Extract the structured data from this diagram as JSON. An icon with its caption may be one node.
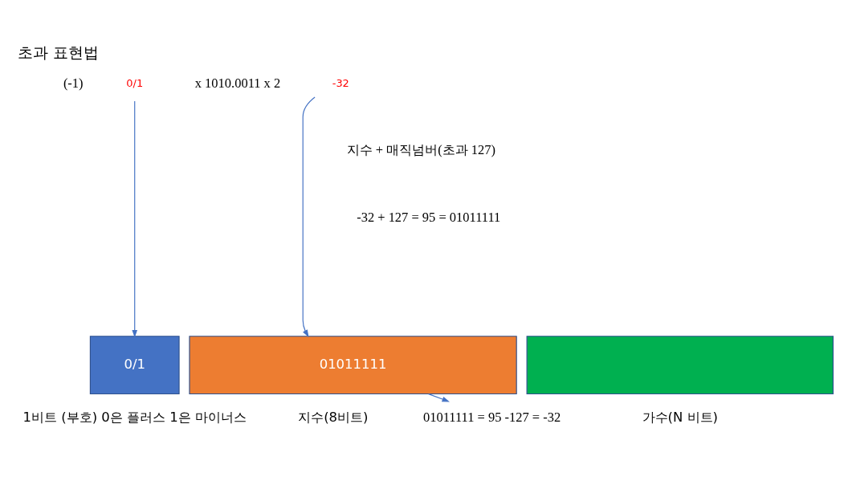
{
  "diagram": {
    "title": "초과 표현법",
    "nodes": [
      {
        "text": [
          "0/1"
        ]
      },
      {
        "text": [
          "-32"
        ]
      },
      {
        "text": [
          "0/1"
        ],
        "beside": [
          "1비트 (부호) 0은 플러스 1은 마이너스"
        ]
      },
      {
        "text": [
          "01011111"
        ],
        "beside": [
          "지수(8비트)"
        ]
      },
      {
        "text": [],
        "shape": "box",
        "beside": [
          "가수(N 비트)"
        ]
      },
      {
        "text": [
          "01011111 = 95 -127 = -32"
        ]
      }
    ],
    "edges": [
      {
        "from": 0,
        "to": 2,
        "arrow": "to"
      },
      {
        "from": 1,
        "to": 3,
        "arrow": "to"
      },
      {
        "from": 3,
        "to": 5,
        "arrow": "to"
      }
    ],
    "labels": [
      "(-1)",
      "x 1010.0011 x 2",
      "지수 + 매직넘버(초과 127)",
      "-32 + 127 = 95 = 01011111"
    ]
  }
}
